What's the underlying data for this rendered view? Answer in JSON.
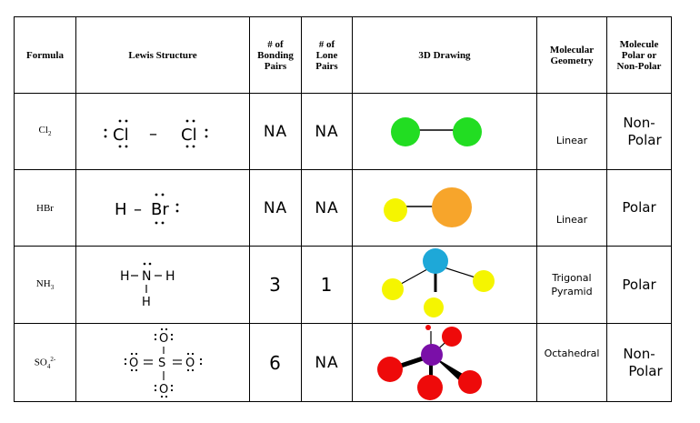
{
  "headers": {
    "formula": "Formula",
    "lewis": "Lewis Structure",
    "bonding_1": "# of",
    "bonding_2": "Bonding",
    "bonding_3": "Pairs",
    "lone_1": "# of",
    "lone_2": "Lone",
    "lone_3": "Pairs",
    "drawing": "3D Drawing",
    "geometry_1": "Molecular",
    "geometry_2": "Geometry",
    "polar_1": "Molecule",
    "polar_2": "Polar or",
    "polar_3": "Non-Polar"
  },
  "rows": [
    {
      "formula_base": "Cl",
      "formula_sub": "2",
      "formula_sup": "",
      "lewis": {
        "a": "Cl",
        "b": "Cl",
        "bond": "–"
      },
      "bonding": "NA",
      "lone": "NA",
      "geometry_1": "Linear",
      "geometry_2": "",
      "polar_1": "Non-",
      "polar_2": "Polar",
      "colors": {
        "a": "#22dd22",
        "b": "#22dd22"
      }
    },
    {
      "formula_base": "HBr",
      "formula_sub": "",
      "formula_sup": "",
      "lewis": {
        "a": "H",
        "b": "Br",
        "bond": "–"
      },
      "bonding": "NA",
      "lone": "NA",
      "geometry_1": "Linear",
      "geometry_2": "",
      "polar_1": "Polar",
      "polar_2": "",
      "colors": {
        "a": "#f5f500",
        "b": "#f7a52b"
      }
    },
    {
      "formula_base": "NH",
      "formula_sub": "3",
      "formula_sup": "",
      "lewis": {
        "a": "H",
        "center": "N",
        "b": "H",
        "c": "H"
      },
      "bonding": "3",
      "lone": "1",
      "geometry_1": "Trigonal",
      "geometry_2": "Pyramid",
      "polar_1": "Polar",
      "polar_2": "",
      "colors": {
        "center": "#1ea8d8",
        "h": "#f5f500"
      }
    },
    {
      "formula_base": "SO",
      "formula_sub": "4",
      "formula_sup": "2-",
      "lewis": {
        "center": "S",
        "o": "O"
      },
      "bonding": "6",
      "lone": "NA",
      "geometry_1": "Octahedral",
      "geometry_2": "",
      "polar_1": "Non-",
      "polar_2": "Polar",
      "colors": {
        "center": "#7a0fa8",
        "o": "#ee0a0a"
      }
    }
  ]
}
